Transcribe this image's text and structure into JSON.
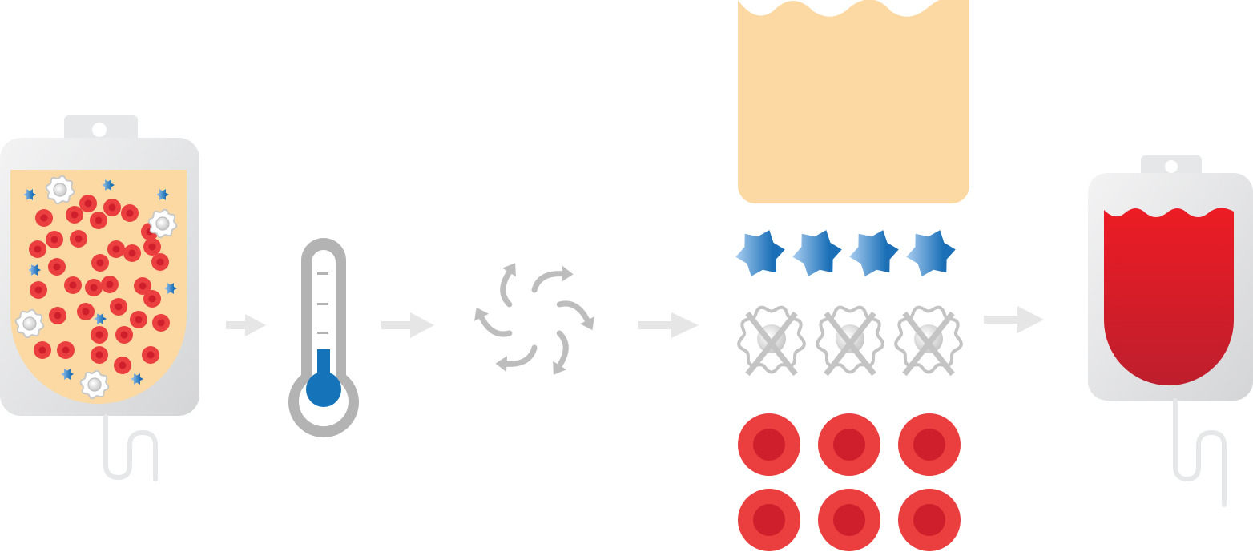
{
  "diagram": {
    "steps": [
      {
        "name": "whole-blood-bag",
        "icon": "blood-bag-icon"
      },
      {
        "name": "cooling",
        "icon": "thermometer-icon"
      },
      {
        "name": "centrifuge",
        "icon": "spin-arrows-icon"
      },
      {
        "name": "separated-components",
        "icon": "layers-icon"
      },
      {
        "name": "red-cell-bag",
        "icon": "blood-bag-icon"
      }
    ],
    "components": [
      "plasma",
      "platelets",
      "white-cells-removed",
      "red-cells"
    ],
    "counts": {
      "platelets": 4,
      "white_cells_removed": 3,
      "red_cells": 6
    },
    "colors": {
      "plasma": "#fcd9a3",
      "red_cell": "#ea3e3f",
      "red_cell_core": "#cf1f2c",
      "platelet_blue": "#1a6fb7",
      "platelet_light": "#a9cdf0",
      "arrow_gray": "#e6e6e6",
      "spin_gray": "#bdbdbd",
      "bag_gray": "#e6e7e8",
      "thermo_blue": "#1573ba",
      "blood_red": "#e01f26"
    }
  }
}
